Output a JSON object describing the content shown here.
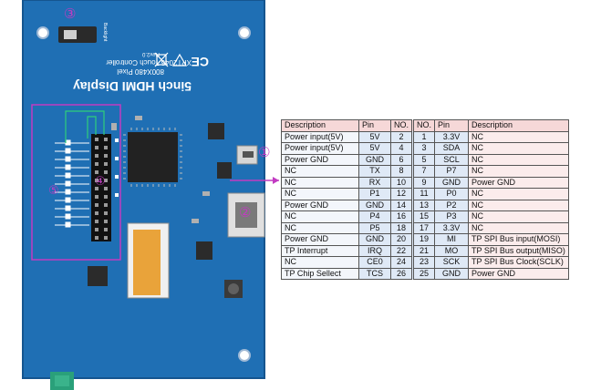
{
  "board": {
    "title": "5inch HDMI Display",
    "resolution": "800X480 Pixel",
    "controller": "XPT2046 Touch Controller",
    "revision": "Rev2.0",
    "switch_label": "Backlight",
    "ce_mark": "CE",
    "colors": {
      "pcb": "#1f6fb4",
      "pcb_dark": "#175a96",
      "callout": "#c23bc2"
    }
  },
  "callouts": [
    "①",
    "②",
    "③",
    "④",
    "⑤"
  ],
  "table": {
    "headers": [
      "Description",
      "Pin",
      "NO.",
      "NO.",
      "Pin",
      "Description"
    ],
    "rows": [
      [
        "Power input(5V)",
        "5V",
        "2",
        "1",
        "3.3V",
        "NC"
      ],
      [
        "Power input(5V)",
        "5V",
        "4",
        "3",
        "SDA",
        "NC"
      ],
      [
        "Power GND",
        "GND",
        "6",
        "5",
        "SCL",
        "NC"
      ],
      [
        "NC",
        "TX",
        "8",
        "7",
        "P7",
        "NC"
      ],
      [
        "NC",
        "RX",
        "10",
        "9",
        "GND",
        "Power GND"
      ],
      [
        "NC",
        "P1",
        "12",
        "11",
        "P0",
        "NC"
      ],
      [
        "Power GND",
        "GND",
        "14",
        "13",
        "P2",
        "NC"
      ],
      [
        "NC",
        "P4",
        "16",
        "15",
        "P3",
        "NC"
      ],
      [
        "NC",
        "P5",
        "18",
        "17",
        "3.3V",
        "NC"
      ],
      [
        "Power GND",
        "GND",
        "20",
        "19",
        "MI",
        "TP SPI Bus input(MOSI)"
      ],
      [
        "TP Interrupt",
        "IRQ",
        "22",
        "21",
        "MO",
        "TP SPI Bus output(MISO)"
      ],
      [
        "NC",
        "CE0",
        "24",
        "23",
        "SCK",
        "TP SPI Bus Clock(SCLK)"
      ],
      [
        "TP Chip Sellect",
        "TCS",
        "26",
        "25",
        "GND",
        "Power GND"
      ]
    ]
  }
}
